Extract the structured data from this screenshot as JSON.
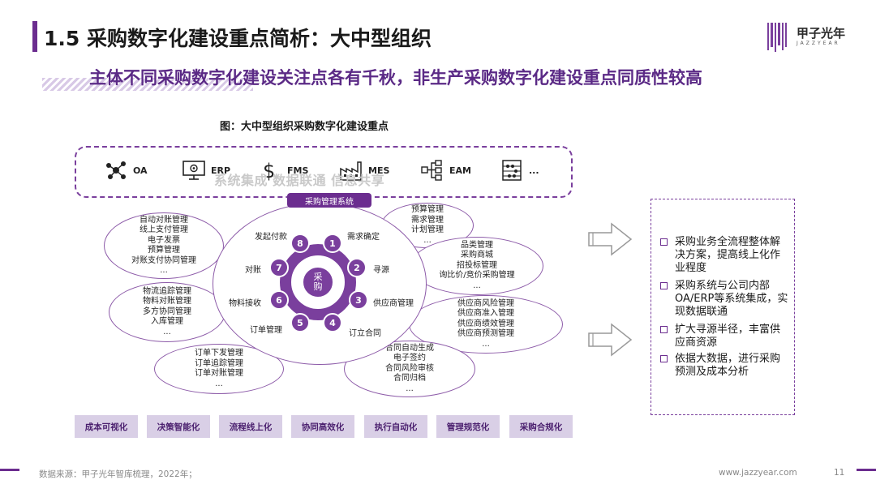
{
  "header": {
    "title": "1.5 采购数字化建设重点简析：大中型组织",
    "subtitle": "主体不同采购数字化建设关注点各有千秋，非生产采购数字化建设重点同质性较高",
    "figure_title": "图：大中型组织采购数字化建设重点"
  },
  "logo": {
    "name": "甲子光年",
    "sub": "JAZZYEAR",
    "icon": "barcode-logo-icon"
  },
  "systems": [
    {
      "label": "OA",
      "icon": "network-nodes-icon"
    },
    {
      "label": "ERP",
      "icon": "monitor-gear-icon"
    },
    {
      "label": "FMS",
      "icon": "dollar-icon"
    },
    {
      "label": "MES",
      "icon": "factory-icon"
    },
    {
      "label": "EAM",
      "icon": "flowchart-icon"
    },
    {
      "label": "...",
      "icon": "abacus-icon"
    }
  ],
  "ghost_text": "系统集成  数据联通  信息共享",
  "hub": {
    "badge": "采购管理系统",
    "center": [
      "采",
      "购"
    ],
    "steps": [
      {
        "num": "1",
        "label": "需求确定"
      },
      {
        "num": "2",
        "label": "寻源"
      },
      {
        "num": "3",
        "label": "供应商管理"
      },
      {
        "num": "4",
        "label": "订立合同"
      },
      {
        "num": "5",
        "label": "订单管理"
      },
      {
        "num": "6",
        "label": "物料接收"
      },
      {
        "num": "7",
        "label": "对账"
      },
      {
        "num": "8",
        "label": "发起付款"
      }
    ]
  },
  "bubbles": {
    "left_top": [
      "自动对账管理",
      "线上支付管理",
      "电子发票",
      "预算管理",
      "对账支付协同管理",
      "..."
    ],
    "left_mid": [
      "物流追踪管理",
      "物料对账管理",
      "多方协同管理",
      "入库管理",
      "..."
    ],
    "left_bottom": [
      "订单下发管理",
      "订单追踪管理",
      "订单对账管理",
      "..."
    ],
    "right_top": [
      "预算管理",
      "需求管理",
      "计划管理",
      "..."
    ],
    "right_upper": [
      "品类管理",
      "采购商城",
      "招投标管理",
      "询比价/竞价采购管理",
      "..."
    ],
    "right_lower": [
      "供应商风险管理",
      "供应商准入管理",
      "供应商绩效管理",
      "供应商预测管理",
      "..."
    ],
    "right_bottom": [
      "合同自动生成",
      "电子签约",
      "合同风险审核",
      "合同归档",
      "..."
    ]
  },
  "buttons": [
    "成本可视化",
    "决策智能化",
    "流程线上化",
    "协同高效化",
    "执行自动化",
    "管理规范化",
    "采购合规化"
  ],
  "right_box": [
    [
      "采购业务全流程整体解",
      "决方案，提高线上化作",
      "业程度"
    ],
    [
      "采购系统与公司内部",
      "OA/ERP等系统集成，实",
      "现数据联通"
    ],
    [
      "扩大寻源半径，丰富供",
      "应商资源"
    ],
    [
      "依据大数据，进行采购",
      "预测及成本分析"
    ]
  ],
  "footer": {
    "source": "数据来源：甲子光年智库梳理，2022年；",
    "site": "www.jazzyear.com",
    "page": "11"
  },
  "colors": {
    "accent": "#6b2d8f",
    "node": "#7a3f9d",
    "button_bg": "#d9cfe6"
  }
}
